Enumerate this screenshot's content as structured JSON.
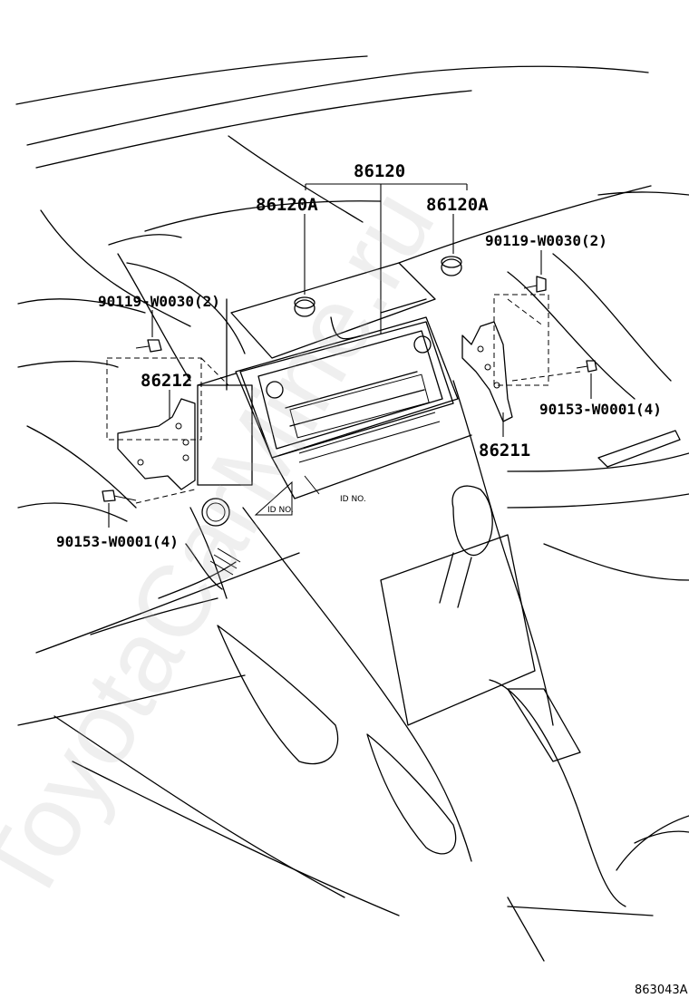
{
  "labels": {
    "p86120": "86120",
    "p86120A_left": "86120A",
    "p86120A_right": "86120A",
    "bolt_top_right": "90119-W0030(2)",
    "bolt_top_left": "90119-W0030(2)",
    "p86212": "86212",
    "screw_right": "90153-W0001(4)",
    "p86211": "86211",
    "screw_left": "90153-W0001(4)",
    "id_no_left": "ID NO.",
    "id_no_right": "ID NO."
  },
  "illustration_number": "863043A",
  "watermark": "ToyotaCarMine.ru"
}
